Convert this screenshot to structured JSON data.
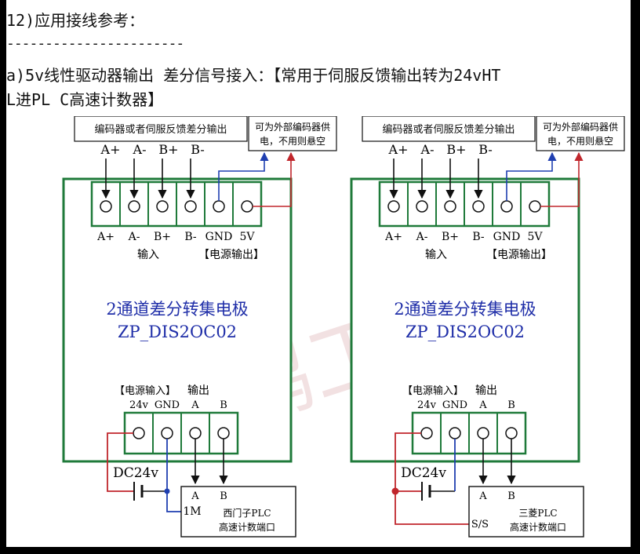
{
  "header": {
    "section_title": "12)应用接线参考：",
    "dashes": "-----------------------",
    "line1": "a)5v线性驱动器输出 差分信号接入：【常用于伺服反馈输出转为24vHT",
    "line2": "L进PL C高速计数器】"
  },
  "watermark": "济鹏工控",
  "panels": [
    {
      "encoder_box": "编码器或者伺服反馈差分输出",
      "encoder_signals": [
        "A+",
        "A-",
        "B+",
        "B-"
      ],
      "supply_note_line1": "可为外部编码器供",
      "supply_note_line2": "电，不用则悬空",
      "top_terminals": [
        "A+",
        "A-",
        "B+",
        "B-",
        "GND",
        "5V"
      ],
      "input_label": "输入",
      "power_out_label": "【电源输出】",
      "module_name": "2通道差分转集电极",
      "module_model": "ZP_DIS2OC02",
      "power_in_label": "【电源输入】",
      "output_label": "输出",
      "bottom_terminals": [
        "24v",
        "GND",
        "A",
        "B"
      ],
      "dc_label": "DC24v",
      "plc_inputs": [
        "A",
        "B"
      ],
      "plc_common": "1M",
      "plc_name": "西门子PLC",
      "plc_port": "高速计数端口"
    },
    {
      "encoder_box": "编码器或者伺服反馈差分输出",
      "encoder_signals": [
        "A+",
        "A-",
        "B+",
        "B-"
      ],
      "supply_note_line1": "可为外部编码器供",
      "supply_note_line2": "电，不用则悬空",
      "top_terminals": [
        "A+",
        "A-",
        "B+",
        "B-",
        "GND",
        "5V"
      ],
      "input_label": "输入",
      "power_out_label": "【电源输出】",
      "module_name": "2通道差分转集电极",
      "module_model": "ZP_DIS2OC02",
      "power_in_label": "【电源输入】",
      "output_label": "输出",
      "bottom_terminals": [
        "24v",
        "GND",
        "A",
        "B"
      ],
      "dc_label": "DC24v",
      "plc_inputs": [
        "A",
        "B"
      ],
      "plc_common": "S/S",
      "plc_name": "三菱PLC",
      "plc_port": "高速计数端口"
    }
  ],
  "colors": {
    "board_border": "#1f7a3a",
    "title_blue": "#1f2ea8",
    "wire_red": "#c0262c",
    "wire_blue": "#1f3fb0",
    "wire_black": "#111111",
    "watermark": "#e8c9cc"
  }
}
